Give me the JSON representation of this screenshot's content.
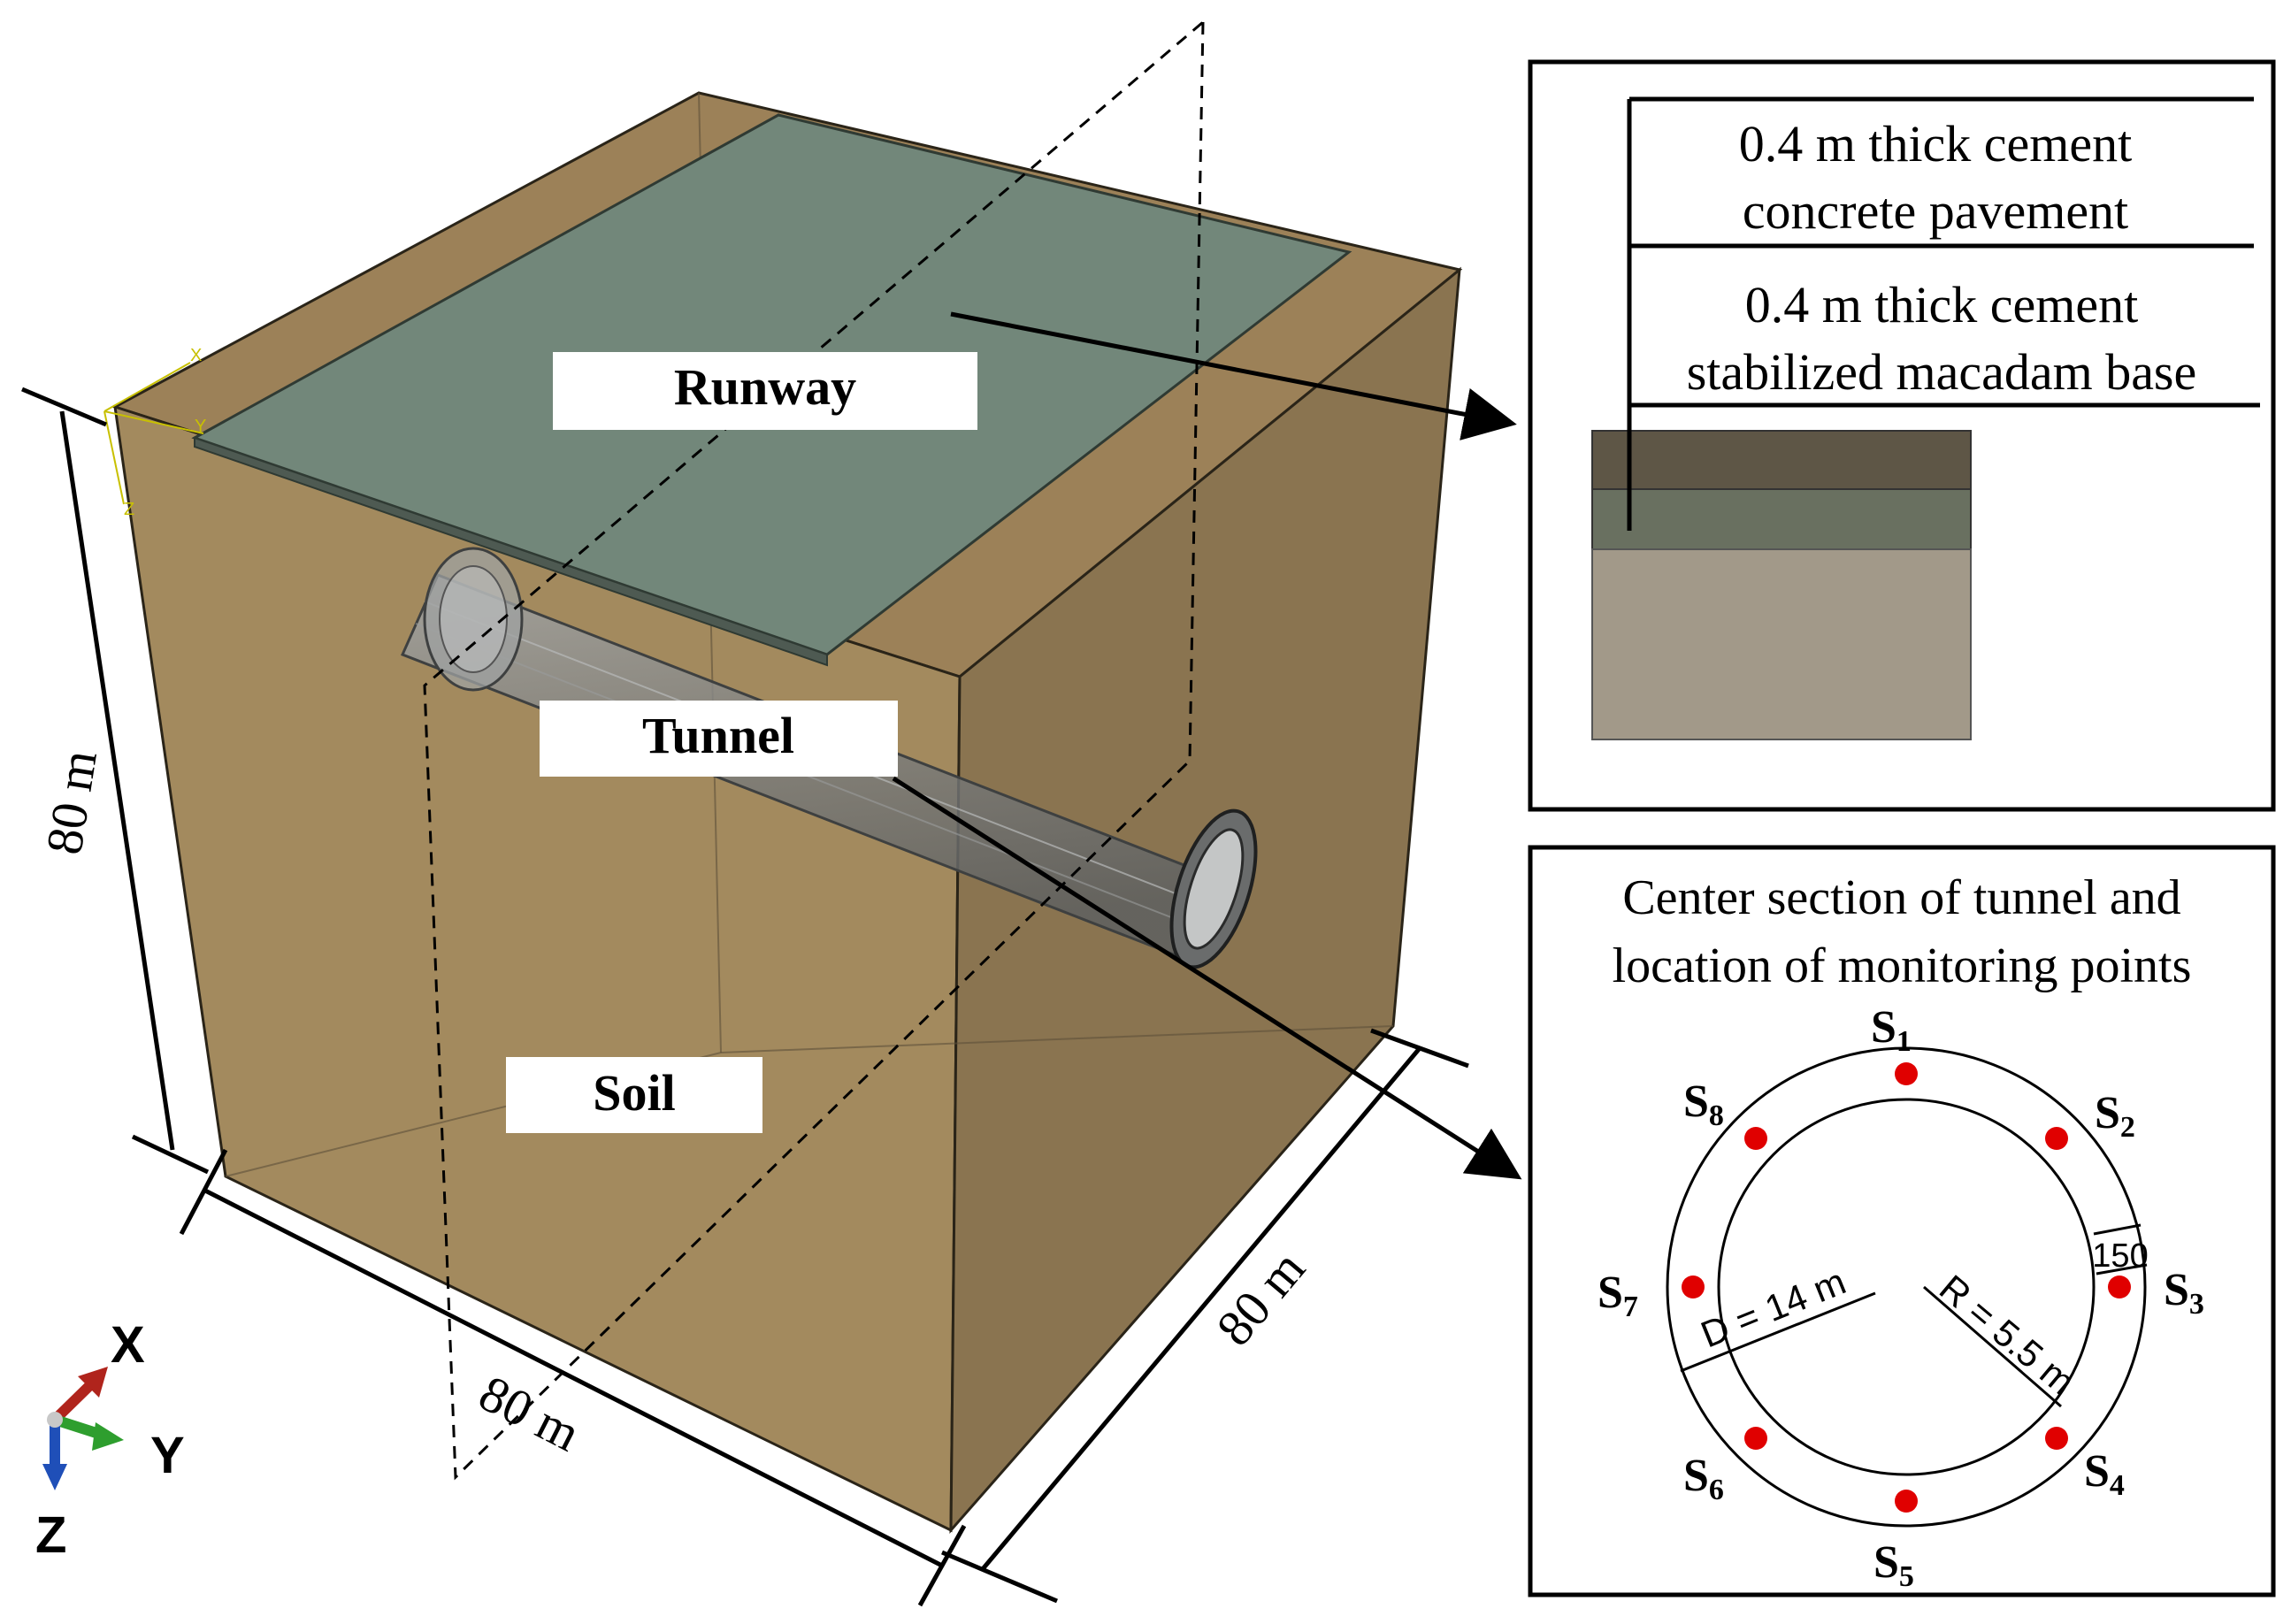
{
  "labels": {
    "runway": "Runway",
    "tunnel": "Tunnel",
    "soil": "Soil"
  },
  "dimensions": {
    "height": "80 m",
    "width": "80 m",
    "depth": "80 m"
  },
  "axis_triad": {
    "x": "X",
    "y": "Y",
    "z": "Z"
  },
  "local_axis": {
    "x": "X",
    "y": "Y",
    "z": "Z"
  },
  "layers_panel": {
    "layer1": [
      "0.4 m thick cement",
      "concrete pavement"
    ],
    "layer2": [
      "0.4 m thick cement",
      "stabilized macadam base"
    ]
  },
  "section_panel": {
    "title": [
      "Center section of tunnel and",
      "location of monitoring points"
    ],
    "points": [
      {
        "base": "S",
        "sub": "1"
      },
      {
        "base": "S",
        "sub": "2"
      },
      {
        "base": "S",
        "sub": "3"
      },
      {
        "base": "S",
        "sub": "4"
      },
      {
        "base": "S",
        "sub": "5"
      },
      {
        "base": "S",
        "sub": "6"
      },
      {
        "base": "S",
        "sub": "7"
      },
      {
        "base": "S",
        "sub": "8"
      }
    ],
    "diameter": "D = 14 m",
    "radius": "R = 5.5 m",
    "thickness": "150"
  },
  "colors": {
    "soil_top": "#9C8158",
    "soil_left": "#A38A5E",
    "soil_right": "#8A7450",
    "runway": "#72877A",
    "pavement": "#5E5646",
    "base": "#697060",
    "subgrade": "#A29989",
    "monitor_point": "#E00000",
    "axis_x": "#B0241C",
    "axis_y": "#2E9E2E",
    "axis_z": "#1F4FB8"
  }
}
